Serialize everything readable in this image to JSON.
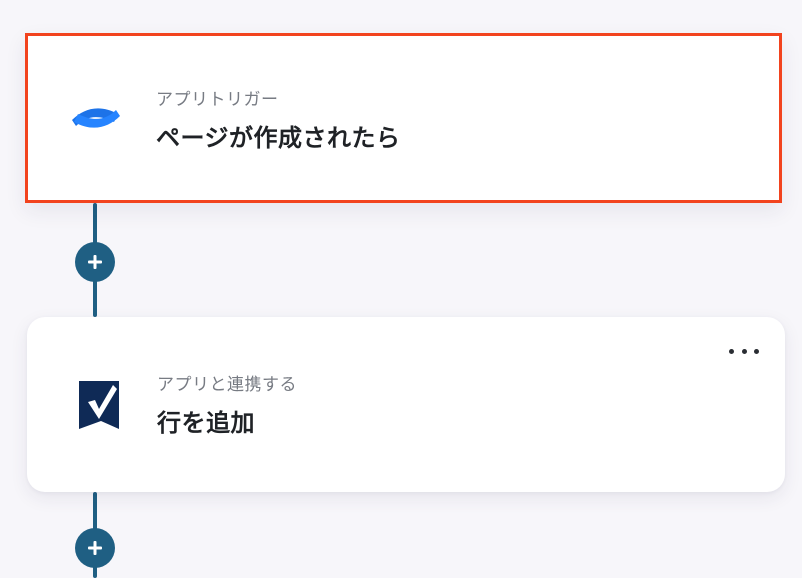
{
  "trigger_step": {
    "label": "アプリトリガー",
    "title": "ページが作成されたら",
    "icon": "confluence-icon",
    "border_color": "#f2431e"
  },
  "action_step": {
    "label": "アプリと連携する",
    "title": "行を追加",
    "icon": "smartsheet-icon"
  },
  "colors": {
    "connector": "#1f5f83",
    "background": "#f7f6fa",
    "confluence_blue": "#1d73e8",
    "smartsheet_navy": "#0f2a56"
  }
}
